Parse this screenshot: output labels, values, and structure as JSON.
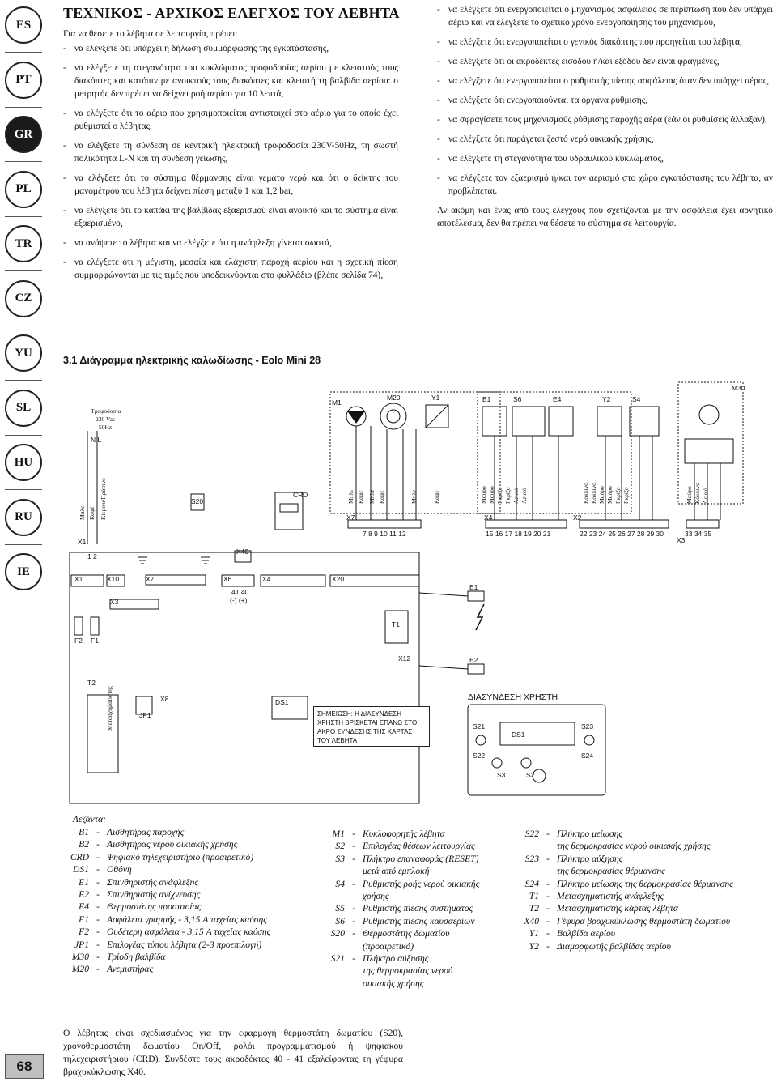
{
  "languages": [
    "ES",
    "PT",
    "GR",
    "PL",
    "TR",
    "CZ",
    "YU",
    "SL",
    "HU",
    "RU",
    "IE"
  ],
  "active_language": "GR",
  "title": "ΤΕΧΝΙΚΟΣ - ΑΡΧΙΚΟΣ ΕΛΕΓΧΟΣ ΤΟΥ ΛΕΒΗΤΑ",
  "intro": "Για να θέσετε το λέβητα σε λειτουργία, πρέπει:",
  "left_bullets": [
    "να ελέγξετε ότι υπάρχει η δήλωση συμμόρφωσης της εγκατάστασης,",
    "να ελέγξετε τη στεγανότητα του κυκλώματος τροφοδοσίας αερίου με κλειστούς τους διακόπτες και κατόπιν με ανοικτούς τους διακόπτες και κλειστή τη βαλβίδα αερίου: ο μετρητής δεν πρέπει να δείχνει ροή αερίου για 10 λεπτά,",
    "να ελέγξετε ότι το αέριο που χρησιμοποιείται αντιστοιχεί στο αέριο για το οποίο έχει ρυθμιστεί ο λέβητας,",
    "να ελέγξετε τη σύνδεση σε κεντρική ηλεκτρική τροφοδοσία 230V-50Hz, τη σωστή πολικότητα L-N και τη σύνδεση γείωσης,",
    "να ελέγξετε ότι το σύστημα θέρμανσης είναι γεμάτο νερό και ότι ο δείκτης του μανομέτρου του λέβητα δείχνει πίεση μεταξύ 1 και 1,2 bar,",
    "να ελέγξετε ότι το καπάκι της βαλβίδας εξαερισμού είναι ανοικτό και το σύστημα είναι εξαερισμένο,",
    "να ανάψετε το λέβητα και να ελέγξετε ότι η ανάφλεξη γίνεται σωστά,",
    "να ελέγξετε ότι η μέγιστη, μεσαία και ελάχιστη παροχή αερίου και η σχετική πίεση συμμορφώνονται με τις τιμές που υποδεικνύονται στο φυλλάδιο (βλέπε σελίδα 74),"
  ],
  "right_bullets": [
    "να ελέγξετε ότι ενεργοποιείται ο μηχανισμός ασφάλειας σε περίπτωση που δεν υπάρχει αέριο και να ελέγξετε το σχετικό χρόνο ενεργοποίησης του μηχανισμού,",
    "να ελέγξετε ότι ενεργοποιείται ο γενικός διακόπτης που προηγείται του λέβητα,",
    "να ελέγξετε ότι οι ακροδέκτες εισόδου ή/και εξόδου δεν είναι φραγμένες,",
    "να ελέγξετε ότι ενεργοποιείται ο ρυθμιστής πίεσης ασφάλειας όταν δεν υπάρχει αέρας,",
    "να ελέγξετε ότι ενεργοποιούνται τα όργανα ρύθμισης,",
    "να σφραγίσετε τους μηχανισμούς ρύθμισης παροχής αέρα (εάν οι ρυθμίσεις άλλαξαν),",
    "να ελέγξετε ότι παράγεται ζεστό νερό οικιακής χρήσης,",
    "να ελέγξετε τη στεγανότητα του υδραυλικού κυκλώματος,",
    "να ελέγξετε τον εξαερισμό ή/και τον αερισμό στο χώρο εγκατάστασης του λέβητα, αν προβλέπεται."
  ],
  "right_closing": "Αν ακόμη και ένας από τους ελέγχους που σχετίζονται με την ασφάλεια έχει αρνητικό αποτέλεσμα, δεν θα πρέπει να θέσετε το σύστημα σε λειτουργία.",
  "section_title": "3.1     Διάγραμμα ηλεκτρικής καλωδίωσης - Eolo Mini 28",
  "diagram": {
    "power_label": "Τροφοδοσία",
    "power_v": "230 Vac",
    "power_hz": "50Hz",
    "note": "ΣΗΜΕΙΩΣΗ: Η ΔΙΑΣΥΝΔΕΣΗ ΧΡΗΣΤΗ ΒΡΙΣΚΕΤΑΙ ΕΠΑΝΩ ΣΤΟ ΑΚΡΟ ΣΥΝΔΕΣΗΣ ΤΗΣ ΚΑΡΤΑΣ ΤΟΥ ΛΕΒΗΤΑ",
    "user_interface": "ΔΙΑΣΥΝΔΕΣΗ ΧΡΗΣΤΗ",
    "transformer_label": "Μετασχηματιστής",
    "components_top": [
      "M1",
      "M20",
      "Y1",
      "B1",
      "S6",
      "E4",
      "Y2",
      "S4",
      "M30"
    ],
    "wire_colors": [
      "Μπλε",
      "Καφέ",
      "Μπλε",
      "Καφέ",
      "Μπλε",
      "Καφέ",
      "Μαύρο",
      "Μαύρο",
      "Γκρίζο",
      "Γκρίζο",
      "Λευκό",
      "Λευκό",
      "Κόκκινο",
      "Κόκκινο",
      "Μαύρο",
      "Μαύρο",
      "Γκρίζο",
      "Γκρίζο",
      "Μαύρο",
      "Κόκκινο",
      "Λευκό"
    ],
    "l_wire_colors": [
      "Μπλε",
      "Καφέ",
      "Κίτρινο/Πράσινο"
    ],
    "terminals": {
      "x7": "7  8  9  10  11  12",
      "x4": "15 16 17 18 19 20 21",
      "x2": "22 23 24 25 26 27 28 29 30",
      "x3": "33 34 35",
      "x6": "41  40",
      "x6_sign": "(-)   (+)"
    },
    "labels": [
      "X1",
      "X7",
      "X4",
      "X2",
      "X3",
      "X40",
      "X6",
      "X10",
      "X20",
      "X12",
      "X8",
      "S20",
      "CRD",
      "T1",
      "T2",
      "E1",
      "E2",
      "F1",
      "F2",
      "JP1",
      "DS1",
      "S21",
      "S22",
      "S23",
      "S24",
      "S3",
      "S2",
      "N",
      "L"
    ]
  },
  "legend_title": "Λεζάντα:",
  "legend_col1": [
    {
      "code": "B1",
      "desc": "Αισθητήρας παροχής"
    },
    {
      "code": "B2",
      "desc": "Αισθητήρας νερού οικιακής χρήσης"
    },
    {
      "code": "CRD",
      "desc": "Ψηφιακό τηλεχειριστήριο (προαιρετικό)"
    },
    {
      "code": "DS1",
      "desc": "Οθόνη"
    },
    {
      "code": "E1",
      "desc": "Σπινθηριστής ανάφλεξης"
    },
    {
      "code": "E2",
      "desc": "Σπινθηριστής ανίχνευσης"
    },
    {
      "code": "E4",
      "desc": "Θερμοστάτης προστασίας"
    },
    {
      "code": "F1",
      "desc": "Ασφάλεια γραμμής - 3,15 A ταχείας καύσης"
    },
    {
      "code": "F2",
      "desc": "Ουδέτερη ασφάλεια - 3,15 A ταχείας καύσης"
    },
    {
      "code": "JP1",
      "desc": "Επιλογέας τύπου λέβητα (2-3 προεπιλογή)"
    },
    {
      "code": "M30",
      "desc": "Τρίοδη βαλβίδα"
    },
    {
      "code": "M20",
      "desc": "Ανεμιστήρας"
    }
  ],
  "legend_col2": [
    {
      "code": "M1",
      "desc": "Κυκλοφορητής λέβητα"
    },
    {
      "code": "S2",
      "desc": "Επιλογέας θέσεων λειτουργίας"
    },
    {
      "code": "S3",
      "desc": "Πλήκτρο επαναφοράς (RESET)"
    },
    {
      "code": "",
      "desc": "μετά από εμπλοκή"
    },
    {
      "code": "S4",
      "desc": "Ρυθμιστής ροής νερού οικιακής"
    },
    {
      "code": "",
      "desc": "χρήσης"
    },
    {
      "code": "S5",
      "desc": "Ρυθμιστής πίεσης συστήματος"
    },
    {
      "code": "S6",
      "desc": "Ρυθμιστής πίεσης καυσαερίων"
    },
    {
      "code": "S20",
      "desc": "Θερμοστάτης δωματίου"
    },
    {
      "code": "",
      "desc": "(προαιρετικό)"
    },
    {
      "code": "S21",
      "desc": "Πλήκτρο αύξησης"
    },
    {
      "code": "",
      "desc": "της θερμοκρασίας νερού"
    },
    {
      "code": "",
      "desc": "οικιακής χρήσης"
    }
  ],
  "legend_col3": [
    {
      "code": "S22",
      "desc": "Πλήκτρο μείωσης"
    },
    {
      "code": "",
      "desc": "της θερμοκρασίας νερού οικιακής χρήσης"
    },
    {
      "code": "S23",
      "desc": "Πλήκτρο αύξησης"
    },
    {
      "code": "",
      "desc": "της θερμοκρασίας θέρμανσης"
    },
    {
      "code": "S24",
      "desc": "Πλήκτρο μείωσης της θερμοκρασίας θέρμανσης"
    },
    {
      "code": "T1",
      "desc": "Μετασχηματιστής ανάφλεξης"
    },
    {
      "code": "T2",
      "desc": "Μετασχηματιστής κάρτας λέβητα"
    },
    {
      "code": "X40",
      "desc": "Γέφυρα βραχυκύκλωσης θερμοστάτη δωματίου"
    },
    {
      "code": "Y1",
      "desc": "Βαλβίδα αερίου"
    },
    {
      "code": "Y2",
      "desc": "Διαμορφωτής βαλβίδας αερίου"
    }
  ],
  "footer": "Ο λέβητας είναι σχεδιασμένος για την εφαρμογή θερμοστάτη δωματίου (S20), χρονοθερμοστάτη δωματίου On/Off, ρολόι προγραμματισμού ή ψηφιακού τηλεχειριστήριου (CRD). Συνδέστε τους ακροδέκτες 40 - 41 εξαλείφοντας τη γέφυρα βραχυκύκλωσης X40.",
  "page_number": "68"
}
